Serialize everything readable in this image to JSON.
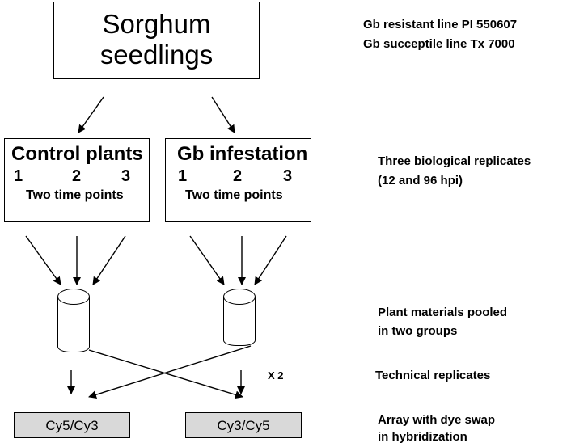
{
  "top_box": {
    "line1": "Sorghum",
    "line2": "seedlings"
  },
  "notes": {
    "lines_a": "Gb resistant line PI 550607",
    "lines_b": "Gb succeptile line Tx 7000",
    "replicates_a": "Three biological replicates",
    "replicates_b": "(12 and 96 hpi)",
    "pooled_a": "Plant materials pooled",
    "pooled_b": "in two groups",
    "technical": "Technical replicates",
    "array_a": "Array with dye swap",
    "array_b": "in hybridization"
  },
  "control_box": {
    "title": "Control plants",
    "n1": "1",
    "n2": "2",
    "n3": "3",
    "sub": "Two time points"
  },
  "gb_box": {
    "title": "Gb infestation",
    "n1": "1",
    "n2": "2",
    "n3": "3",
    "sub": "Two time points"
  },
  "swap_label": "X 2",
  "arrays": {
    "left": "Cy5/Cy3",
    "right": "Cy3/Cy5"
  }
}
